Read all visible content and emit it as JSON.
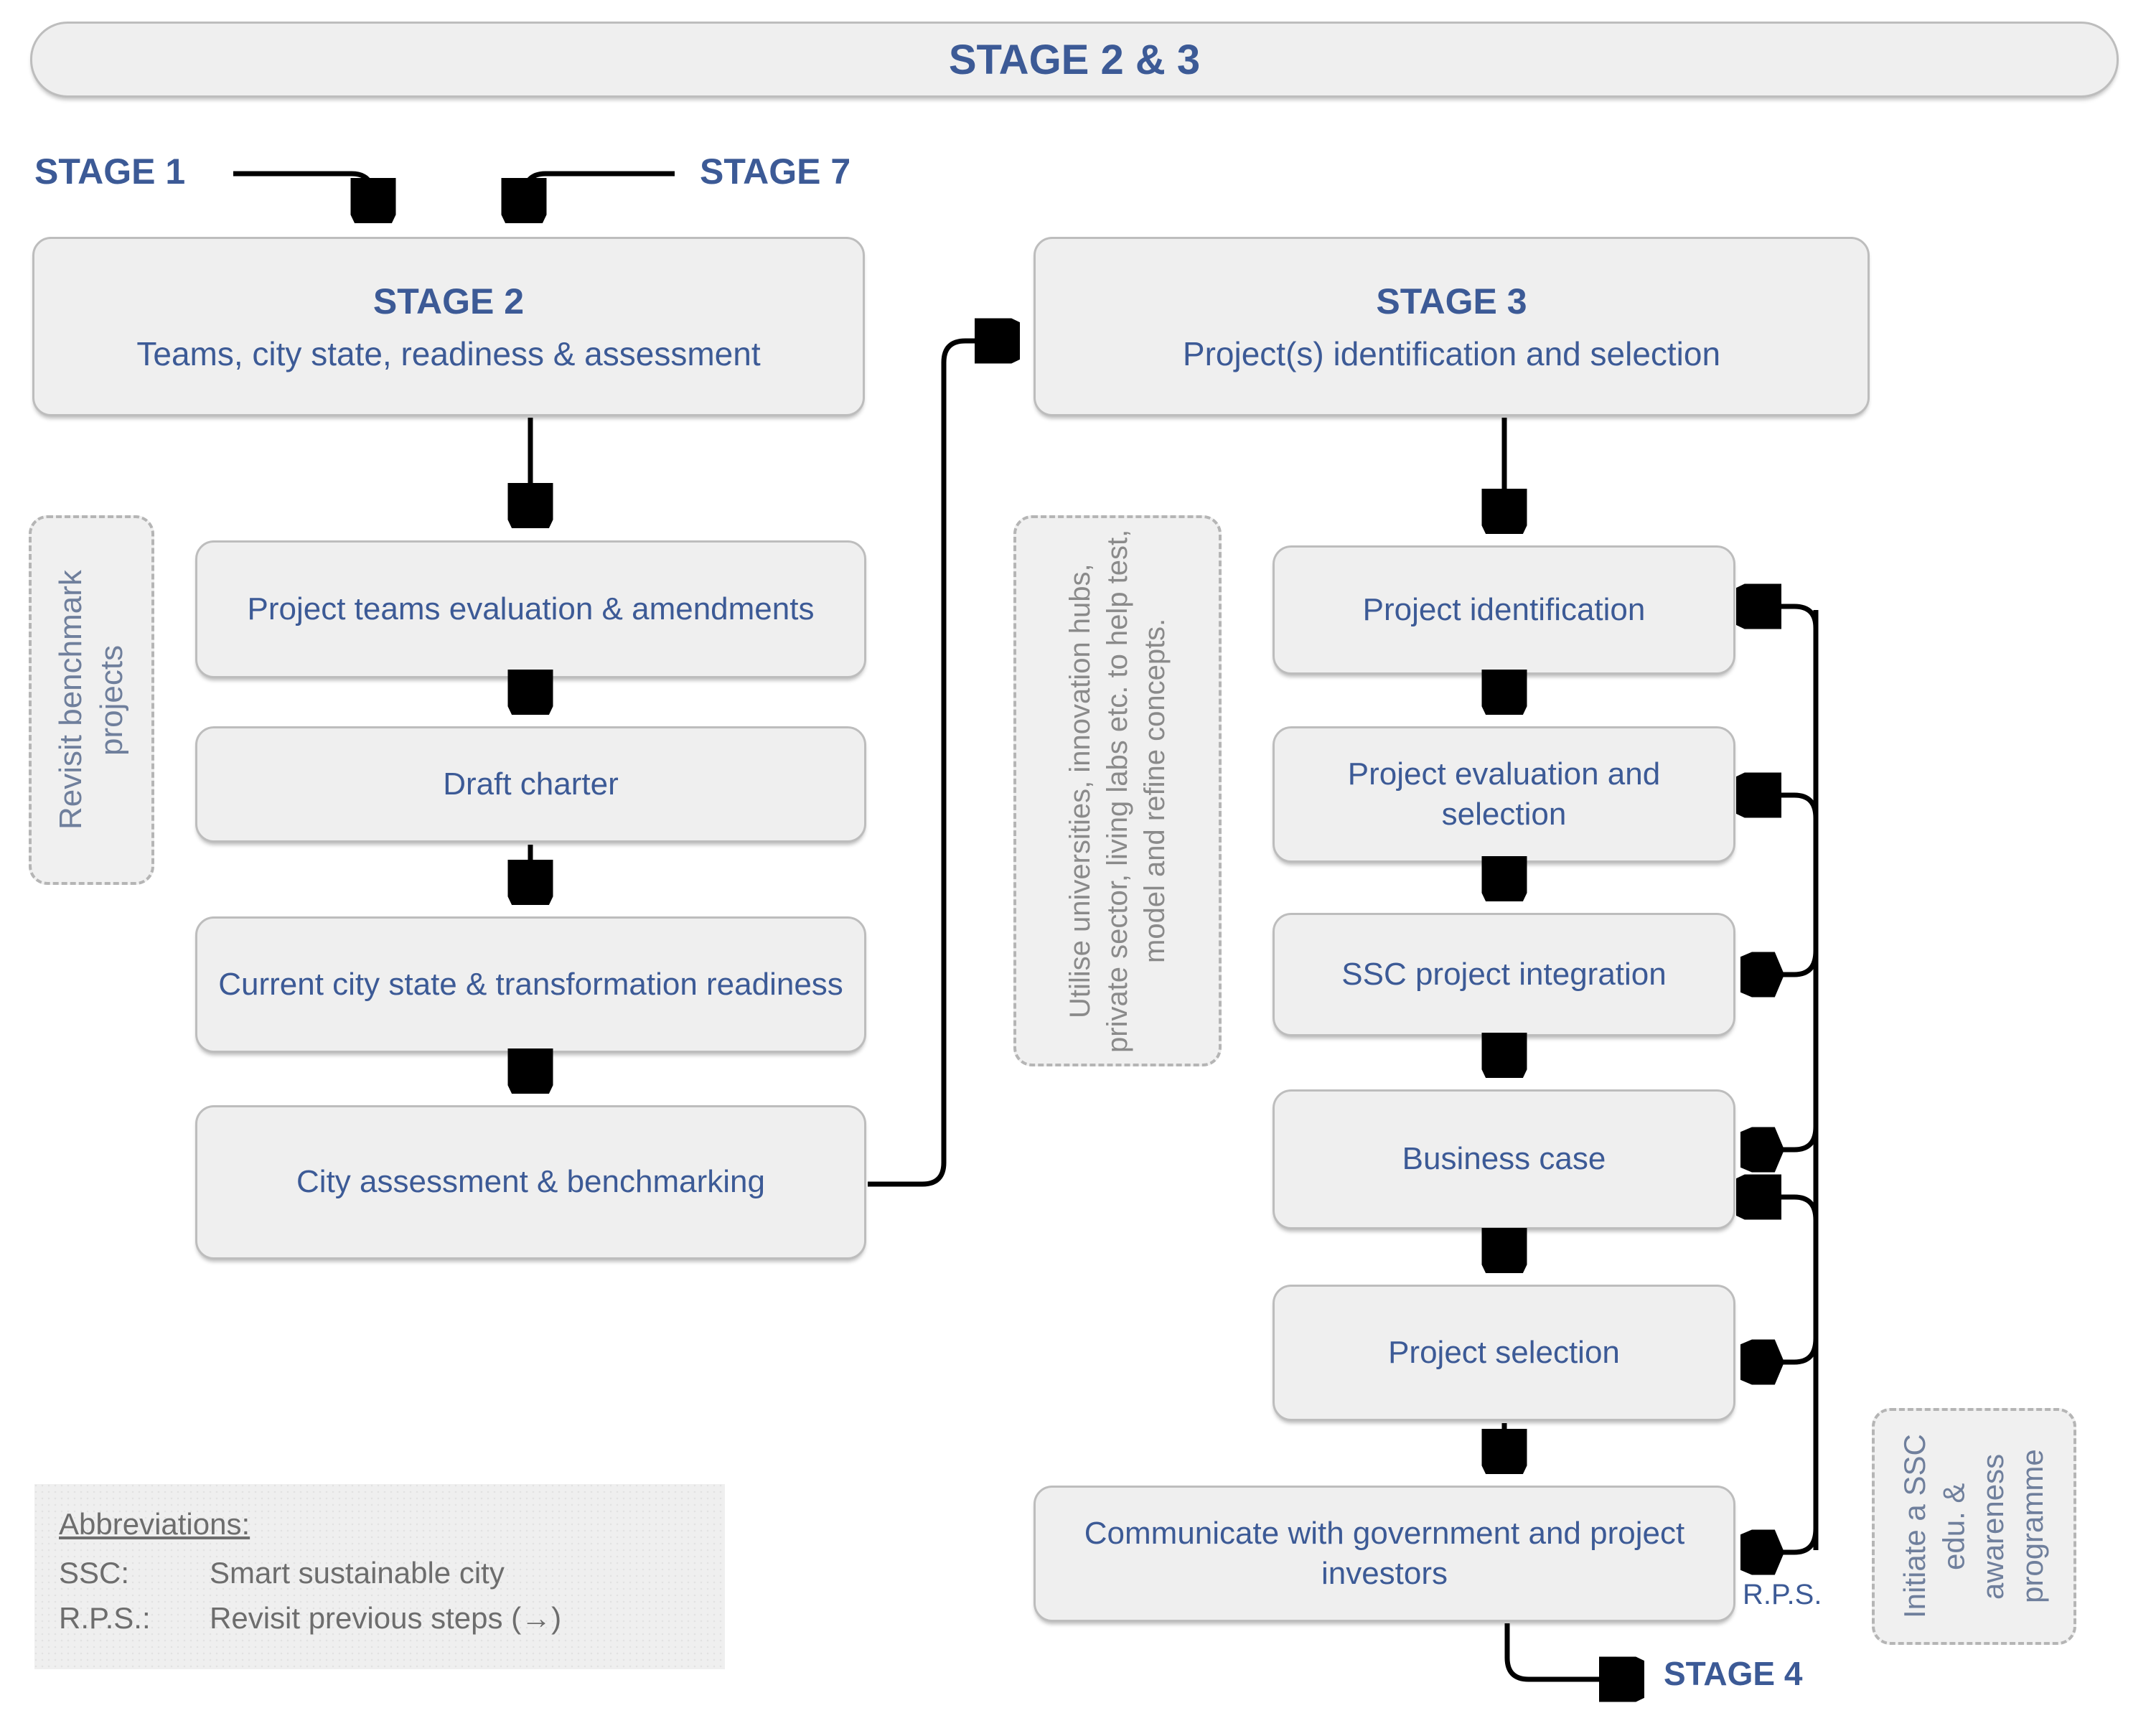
{
  "banner": {
    "title": "STAGE 2 & 3"
  },
  "entry_labels": {
    "stage1": "STAGE 1",
    "stage7": "STAGE 7"
  },
  "exit_labels": {
    "stage4": "STAGE 4",
    "rps": "R.P.S."
  },
  "stage2": {
    "title": "STAGE 2",
    "subtitle": "Teams, city state, readiness & assessment",
    "steps": [
      "Project teams evaluation & amendments",
      "Draft charter",
      "Current city state & transformation readiness",
      "City assessment & benchmarking"
    ]
  },
  "stage3": {
    "title": "STAGE 3",
    "subtitle": "Project(s) identification and selection",
    "steps": [
      "Project identification",
      "Project evaluation and selection",
      "SSC project integration",
      "Business case",
      "Project selection",
      "Communicate with government and project investors"
    ]
  },
  "notes": {
    "left": "Revisit benchmark projects",
    "middle": "Utilise universities, innovation hubs, private sector, living labs etc. to help test, model and refine concepts.",
    "right": "Initiate a SSC edu. & awareness programme"
  },
  "abbreviations": {
    "heading": "Abbreviations:",
    "rows": [
      {
        "key": "SSC:",
        "value": "Smart sustainable city"
      },
      {
        "key": "R.P.S.:",
        "value": "Revisit previous steps (→)"
      }
    ]
  },
  "colors": {
    "accent_blue": "#3c5a96",
    "box_fill": "#efefef",
    "box_border": "#bdbdbd",
    "note_text": "#6f7f9c",
    "abbr_text": "#6d6d6d"
  }
}
